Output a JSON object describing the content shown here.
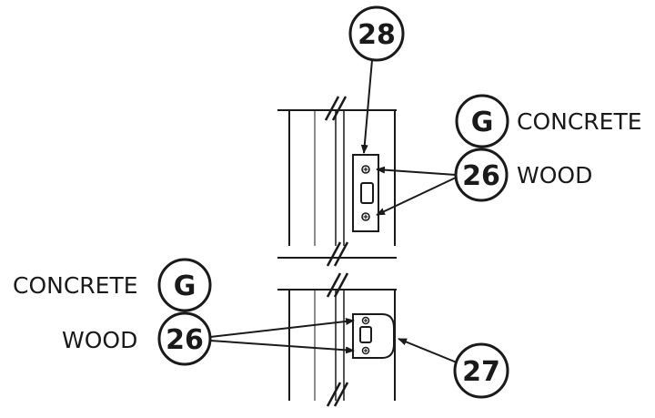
{
  "upper_assembly": {
    "top_callout": "28",
    "material_g": "G",
    "material_g_label": "CONCRETE",
    "material_26": "26",
    "material_26_label": "WOOD"
  },
  "lower_assembly": {
    "material_g": "G",
    "material_g_label": "CONCRETE",
    "material_26": "26",
    "material_26_label": "WOOD",
    "part_callout": "27"
  },
  "colors": {
    "ink": "#1a1a1a",
    "paper": "#ffffff"
  }
}
